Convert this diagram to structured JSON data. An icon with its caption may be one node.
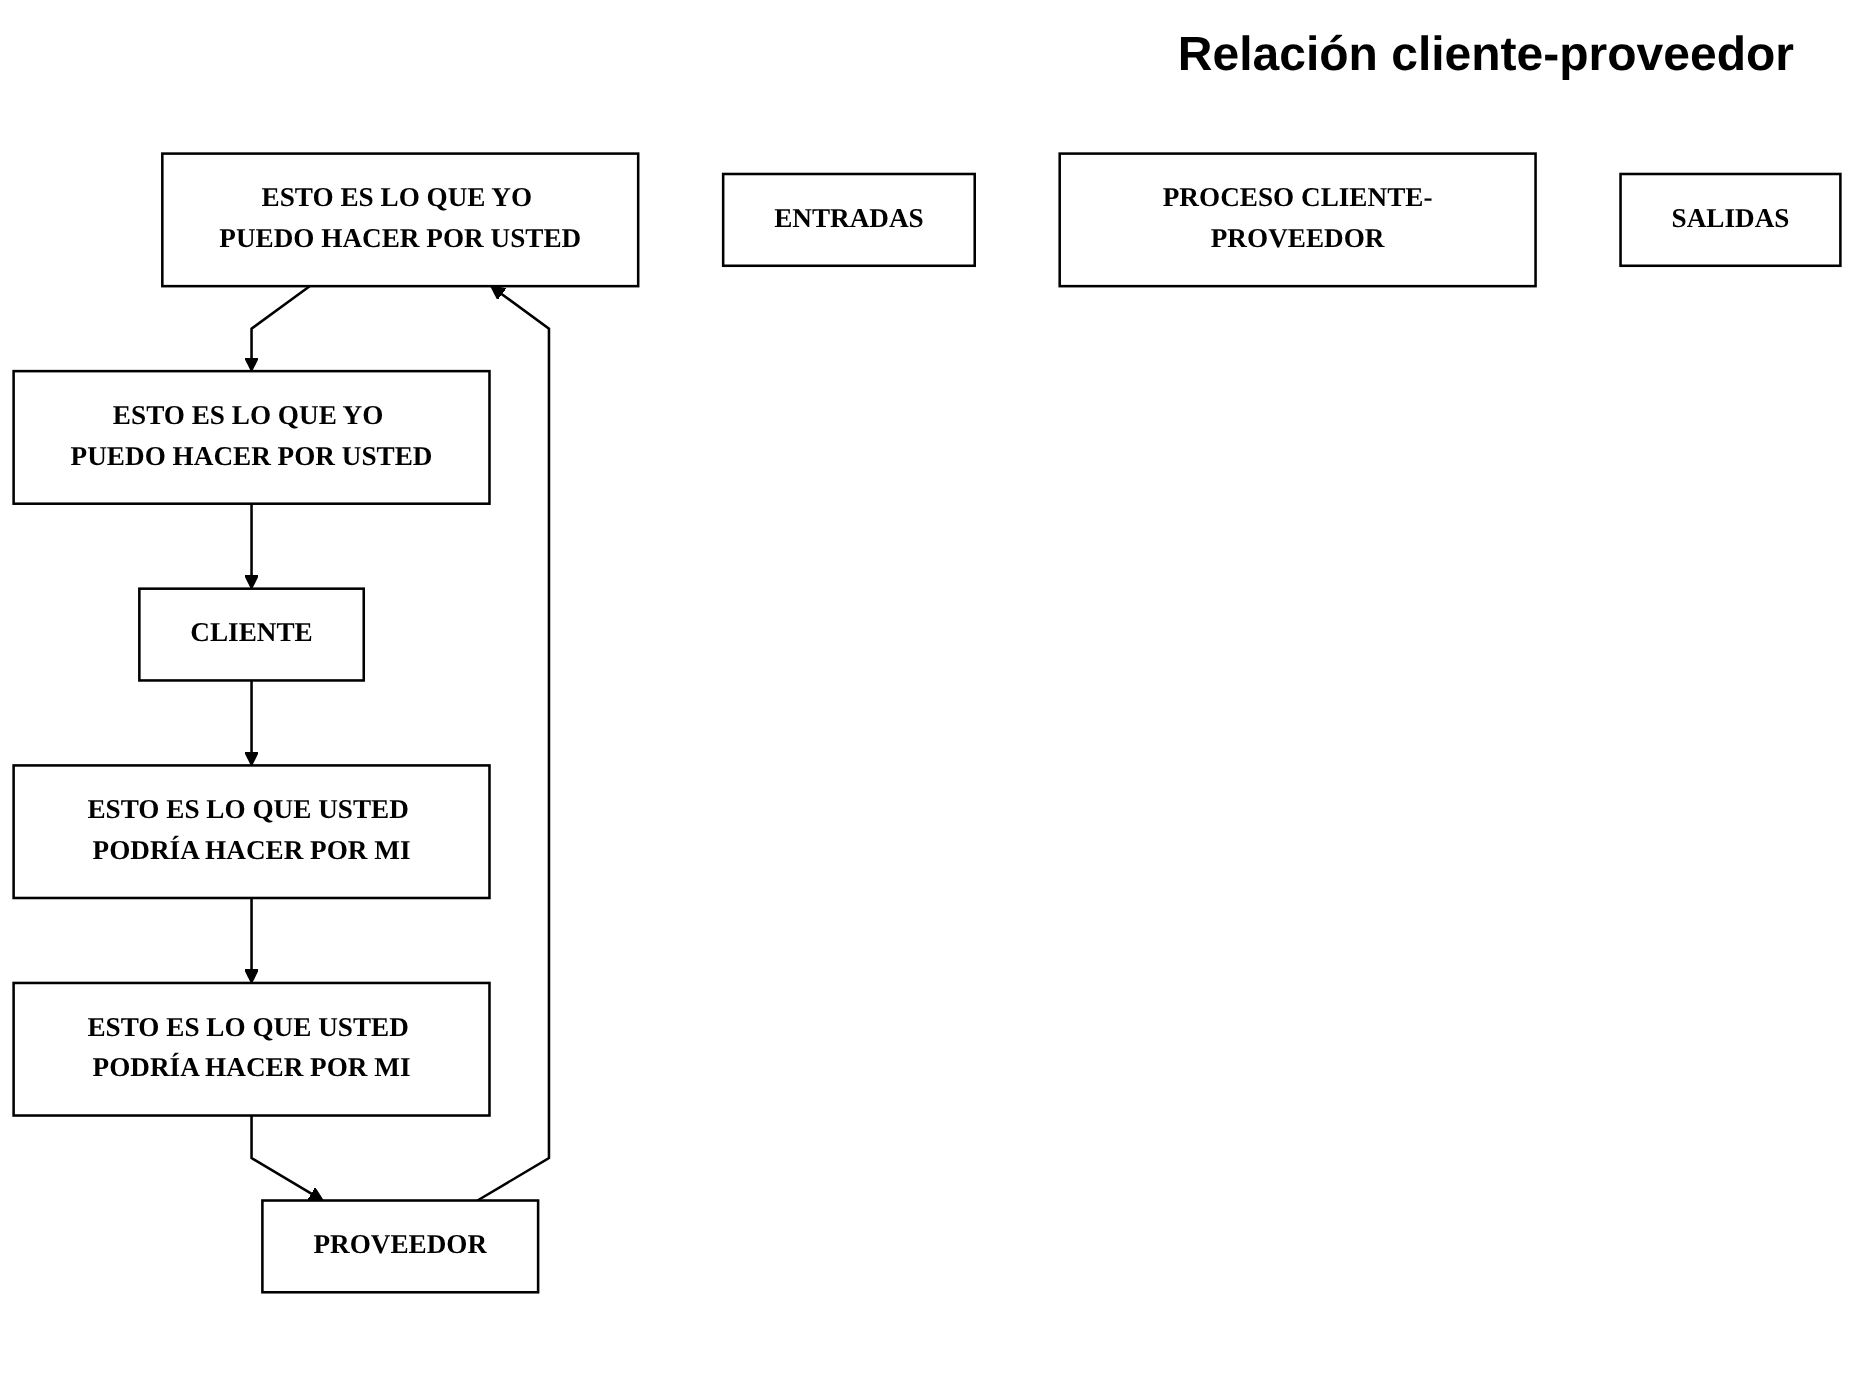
{
  "diagram": {
    "title": "Relación cliente-proveedor",
    "nodes": [
      {
        "text": [
          "ESTO ES LO QUE YO PUEDO HACER POR USTED"
        ]
      },
      {
        "text": [
          "ESTO ES LO QUE YO PUEDO HACER POR USTED"
        ]
      },
      {
        "text": [
          "PROVEEDOR"
        ]
      },
      {
        "text": [
          "ENTRADAS"
        ]
      },
      {
        "text": [
          "PROCESO CLIENTE-PROVEEDOR"
        ]
      },
      {
        "text": [
          "SALIDAS"
        ]
      },
      {
        "text": [
          "CLIENTE"
        ]
      },
      {
        "text": [
          "ESTO ES LO QUE USTED PODRÍA HACER POR MI"
        ]
      },
      {
        "text": [
          "ESTO ES LO QUE USTED PODRÍA HACER POR MI"
        ]
      }
    ],
    "edges": [
      {
        "from": 0,
        "to": 1,
        "arrow": "to"
      },
      {
        "from": 1,
        "to": 6,
        "arrow": "to"
      },
      {
        "from": 6,
        "to": 8,
        "arrow": "to"
      },
      {
        "from": 8,
        "to": 7,
        "arrow": "to"
      },
      {
        "from": 7,
        "to": 2,
        "arrow": "to"
      },
      {
        "from": 2,
        "to": 0,
        "arrow": "to"
      }
    ]
  }
}
